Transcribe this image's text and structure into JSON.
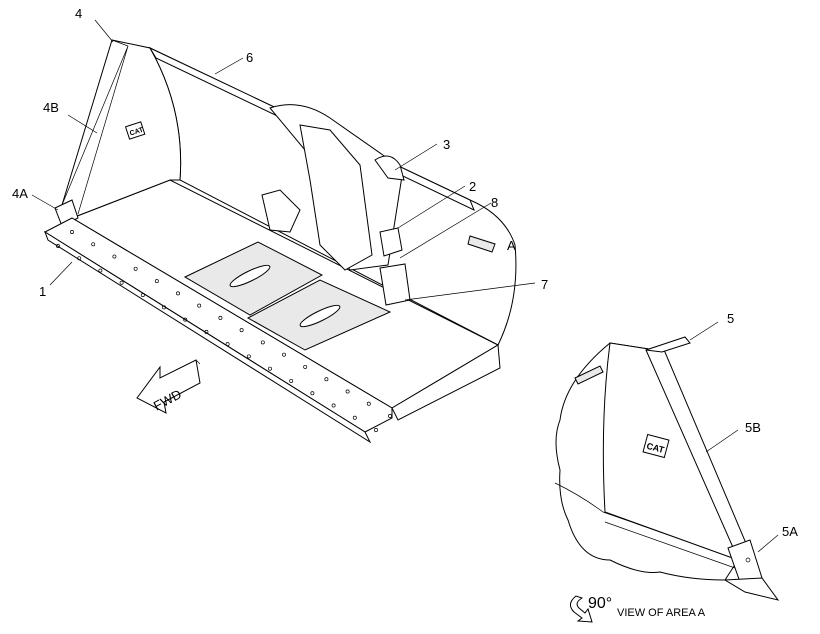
{
  "callouts": {
    "c4": "4",
    "c4b": "4B",
    "c4a": "4A",
    "c1": "1",
    "c6": "6",
    "c3": "3",
    "c2": "2",
    "c8": "8",
    "c7": "7",
    "cA": "A",
    "c5": "5",
    "c5b": "5B",
    "c5a": "5A"
  },
  "fwd_label": "FWD",
  "logo_text": "CAT",
  "rotation_label": "90°",
  "view_label": "VIEW OF AREA A",
  "colors": {
    "line": "#000000",
    "background": "#ffffff",
    "shade": "#e9e9e9"
  },
  "icons": {
    "fwd_arrow": "fwd-arrow-icon",
    "rotate": "rotate-arrow-icon"
  }
}
